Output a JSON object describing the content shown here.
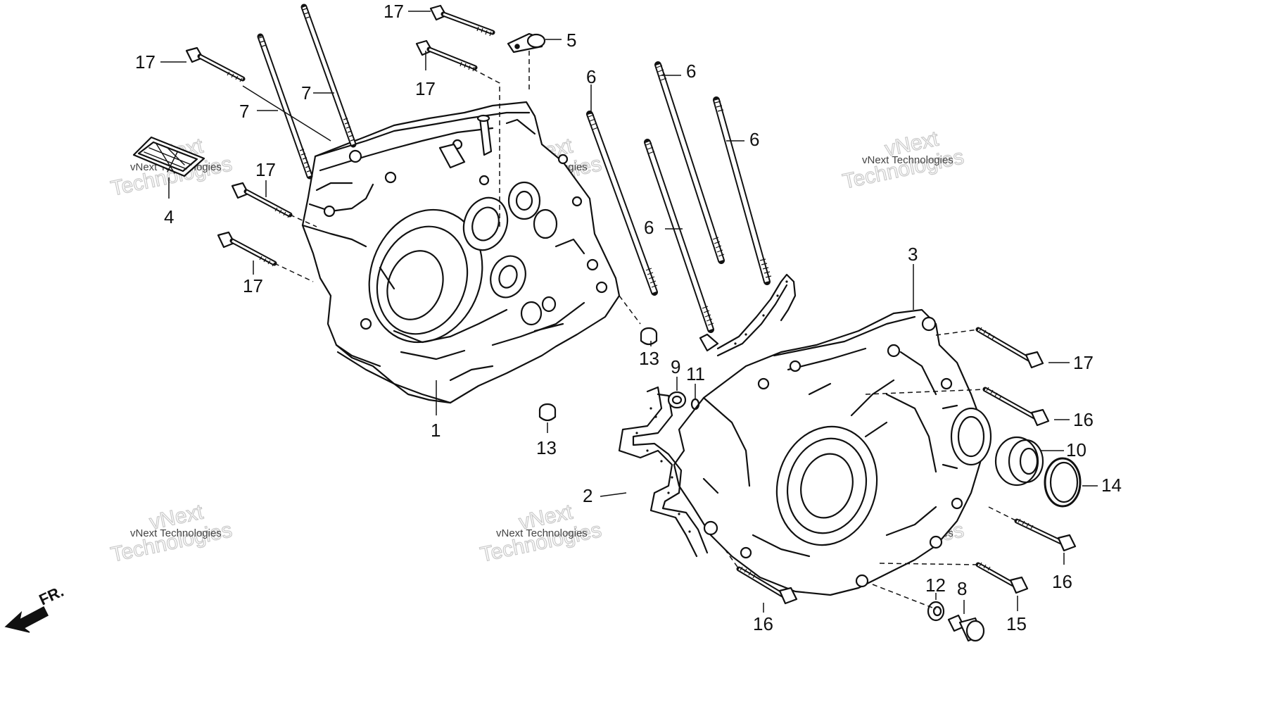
{
  "callouts": {
    "c1": "1",
    "c2": "2",
    "c3": "3",
    "c4": "4",
    "c5": "5",
    "c6a": "6",
    "c6b": "6",
    "c6c": "6",
    "c6d": "6",
    "c7a": "7",
    "c7b": "7",
    "c8": "8",
    "c9": "9",
    "c10": "10",
    "c11": "11",
    "c12": "12",
    "c13a": "13",
    "c13b": "13",
    "c14": "14",
    "c15": "15",
    "c16a": "16",
    "c16b": "16",
    "c16c": "16",
    "c17a": "17",
    "c17b": "17",
    "c17c": "17",
    "c17d": "17",
    "c17e": "17",
    "c17f": "17"
  },
  "front_marker": "FR.",
  "watermark": {
    "small": "vNext Technologies",
    "big_top": "vNext",
    "big_bottom": "Technologies"
  }
}
